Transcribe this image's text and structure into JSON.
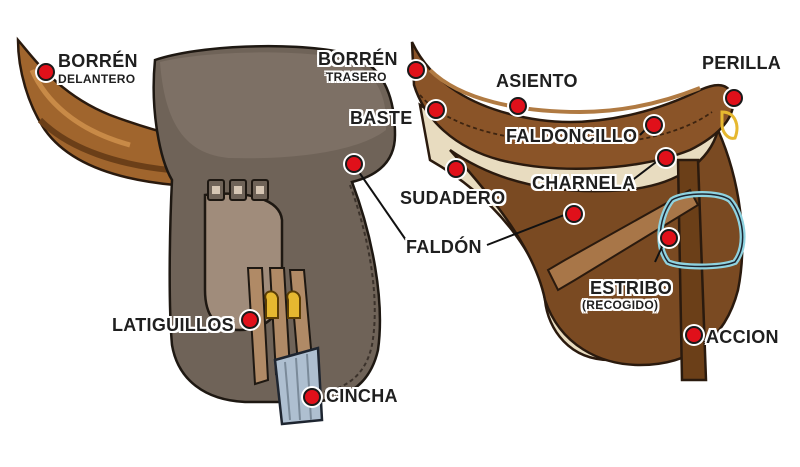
{
  "labels": {
    "borren_delantero": "BORRÉN",
    "borren_delantero_sub": "DELANTERO",
    "borren_trasero": "BORRÉN",
    "borren_trasero_sub": "TRASERO",
    "asiento": "ASIENTO",
    "perilla": "PERILLA",
    "baste": "BASTE",
    "faldoncillo": "FALDONCILLO",
    "sudadero": "SUDADERO",
    "charnela": "CHARNELA",
    "faldon": "FALDÓN",
    "estribo": "ESTRIBO",
    "estribo_sub": "(RECOGIDO)",
    "latiguillos": "LATIGUILLOS",
    "accion": "ACCION",
    "cincha": "CINCHA"
  },
  "colors": {
    "marker": "#e0101a",
    "leather_brown": "#7a4a22",
    "suede_grey": "#6f6358",
    "girth_blue": "#aebfd0",
    "stirrup_blue": "#8fd3e0"
  }
}
